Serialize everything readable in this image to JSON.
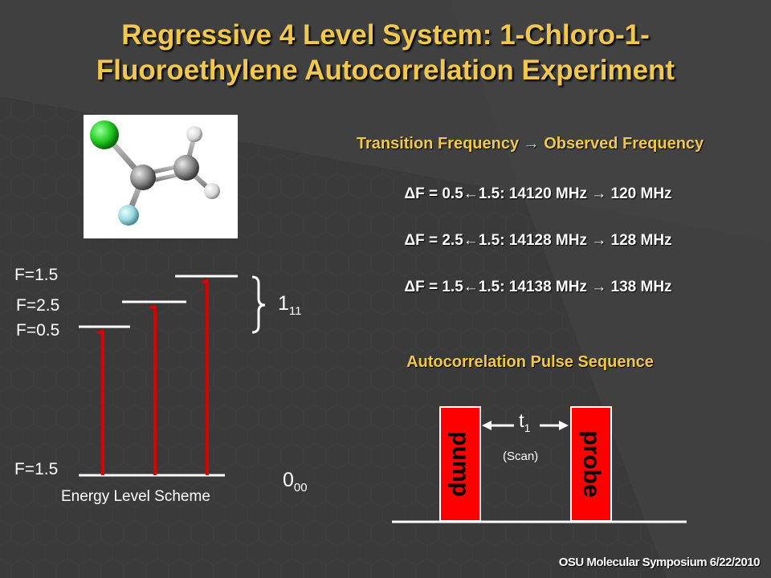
{
  "slide": {
    "title_line1": "Regressive 4 Level System: 1-Chloro-1-",
    "title_line2": "Fluoroethylene Autocorrelation Experiment",
    "footer": "OSU Molecular Symposium 6/22/2010"
  },
  "frequencies": {
    "header": "Transition Frequency → Observed Frequency",
    "rows": [
      {
        "text": "ΔF = 0.5←1.5:  14120 MHz  →  120 MHz"
      },
      {
        "text": "ΔF = 2.5←1.5:  14128 MHz  →  128 MHz"
      },
      {
        "text": "ΔF = 1.5←1.5:  14138 MHz  →  138 MHz"
      }
    ]
  },
  "energy_scheme": {
    "levels": {
      "top": "F=1.5",
      "middle": "F=2.5",
      "low": "F=0.5",
      "ground": "F=1.5"
    },
    "upper_state": {
      "main": "1",
      "sub": "11"
    },
    "ground_state": {
      "main": "0",
      "sub": "00"
    },
    "caption": "Energy Level Scheme"
  },
  "pulse_sequence": {
    "header": "Autocorrelation Pulse Sequence",
    "pump_label": "pump",
    "probe_label": "probe",
    "delay_main": "t",
    "delay_sub": "1",
    "scan_label": "(Scan)"
  },
  "colors": {
    "title": "#f2c84b",
    "arrow": "#dd0000",
    "pulse": "#ff0000"
  },
  "icons": {
    "molecule": "molecule-model-image"
  }
}
